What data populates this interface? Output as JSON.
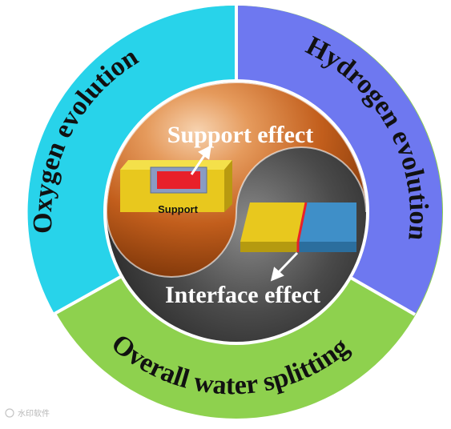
{
  "ring": {
    "oxygen_label": "Oxygen evolution",
    "hydrogen_label": "Hydrogen evolution",
    "water_label": "Overall water splitting",
    "colors": {
      "oxygen": "#28D3EA",
      "hydrogen": "#6E78F0",
      "water": "#8ED14E"
    }
  },
  "center": {
    "support_effect": "Support effect",
    "interface_effect": "Interface effect",
    "support_block_label": "Support",
    "colors": {
      "copper": "#C0601C",
      "dark": "#2B2B2B",
      "block_yellow": "#E8C81E",
      "block_blue": "#3F8FC8",
      "catalyst_red": "#E8202A"
    }
  },
  "watermark": {
    "text": "水印软件"
  }
}
